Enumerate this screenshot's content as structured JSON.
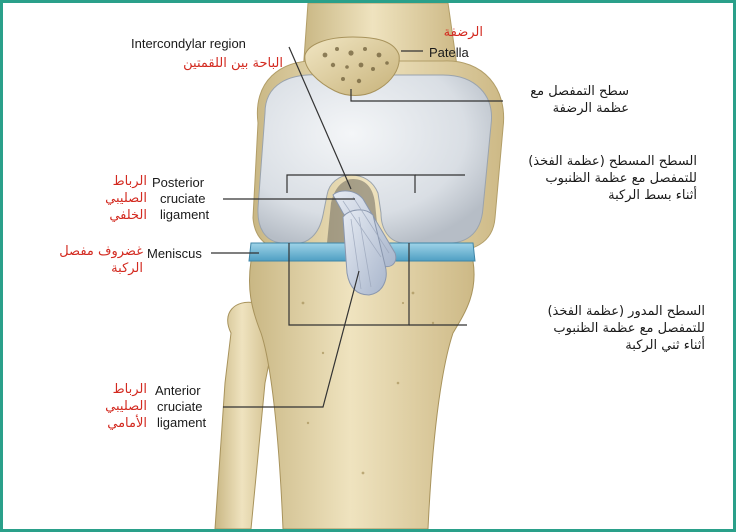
{
  "labels": {
    "intercondylar": {
      "en": "Intercondylar region",
      "ar": "الباحة بين اللقمتين"
    },
    "patella": {
      "en": "Patella",
      "ar": "الرضفة"
    },
    "patellar_surface": {
      "ar": [
        "سطح التمفصل مع",
        "عظمة الرضفة"
      ]
    },
    "flat_surface": {
      "ar": [
        "السطح المسطح (عظمة الفخذ)",
        "للتمفصل مع عظمة الظنبوب",
        "أثناء بسط الركبة"
      ]
    },
    "posterior_cruciate": {
      "en": [
        "Posterior",
        "cruciate",
        "ligament"
      ],
      "ar": [
        "الرباط",
        "الصليبي",
        "الخلفي"
      ]
    },
    "meniscus": {
      "en": "Meniscus",
      "ar": [
        "غضروف مفصل",
        "الركبة"
      ]
    },
    "round_surface": {
      "ar": [
        "السطح المدور (عظمة الفخذ)",
        "للتمفصل مع عظمة الظنبوب",
        "أثناء ثني الركبة"
      ]
    },
    "anterior_cruciate": {
      "en": [
        "Anterior",
        "cruciate",
        "ligament"
      ],
      "ar": [
        "الرباط",
        "الصليبي",
        "الأمامي"
      ]
    }
  },
  "colors": {
    "frame": "#2aa08a",
    "arabic_label": "#d32a20",
    "leader_line": "#333333",
    "bone": "#e8d9ae",
    "cartilage": "#d8dde3",
    "meniscus": "#6fb7d6",
    "ligament": "#c9d3e3"
  }
}
